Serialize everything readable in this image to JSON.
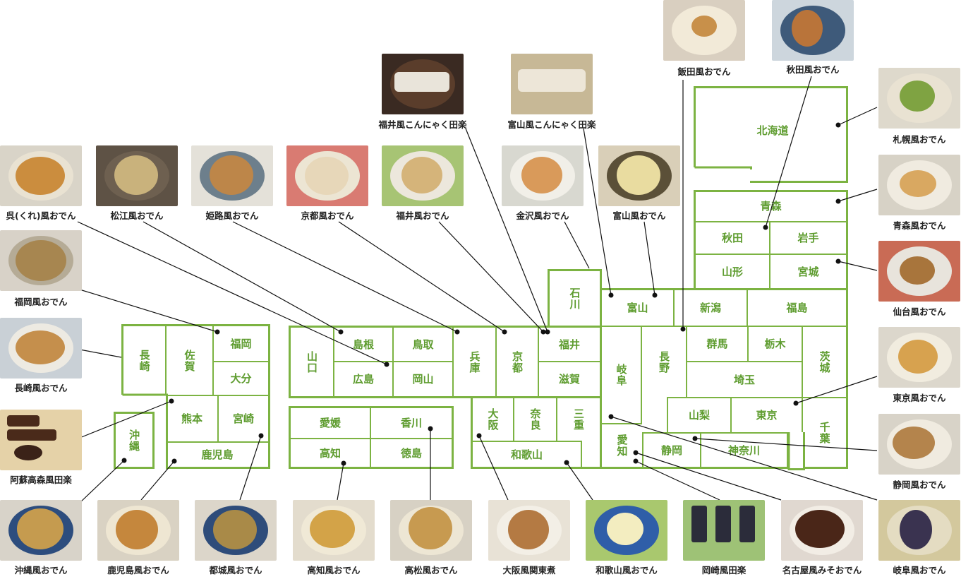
{
  "regions": {
    "hokkaido": "北海道",
    "aomori": "青森",
    "akita": "秋田",
    "iwate": "岩手",
    "yamagata": "山形",
    "miyagi": "宮城",
    "niigata": "新潟",
    "fukushima": "福島",
    "gunma": "群馬",
    "tochigi": "栃木",
    "ibaraki": "茨城",
    "saitama": "埼玉",
    "yamanashi": "山梨",
    "tokyo": "東京",
    "chiba": "千葉",
    "kanagawa": "神奈川",
    "shizuoka": "静岡",
    "aichi": "愛知",
    "nagano": "長野",
    "gifu": "岐阜",
    "toyama": "富山",
    "ishikawa": "石川",
    "fukui": "福井",
    "shiga": "滋賀",
    "mie": "三重",
    "kyoto": "京都",
    "hyogo": "兵庫",
    "osaka": "大阪",
    "nara": "奈良",
    "wakayama": "和歌山",
    "tottori": "鳥取",
    "shimane": "島根",
    "okayama": "岡山",
    "hiroshima": "広島",
    "yamaguchi": "山口",
    "ehime": "愛媛",
    "kagawa": "香川",
    "kochi": "高知",
    "tokushima": "徳島",
    "fukuoka": "福岡",
    "saga": "佐賀",
    "nagasaki": "長崎",
    "oita": "大分",
    "kumamoto": "熊本",
    "miyazaki": "宮崎",
    "kagoshima": "鹿児島",
    "okinawa": "沖縄"
  },
  "dishes": {
    "iida": "飯田風おでん",
    "akita": "秋田風おでん",
    "sapporo": "札幌風おでん",
    "aomori": "青森風おでん",
    "sendai": "仙台風おでん",
    "tokyo": "東京風おでん",
    "shizuoka": "静岡風おでん",
    "gifu": "岐阜風おでん",
    "nagoya": "名古屋風みそおでん",
    "okazaki": "岡崎風田楽",
    "wakayama": "和歌山風おでん",
    "osaka": "大阪風関東煮",
    "takamatsu": "高松風おでん",
    "kochi": "高知風おでん",
    "miyakonojo": "都城風おでん",
    "kagoshima": "鹿児島風おでん",
    "okinawa": "沖縄風おでん",
    "aso": "阿蘇高森風田楽",
    "nagasaki": "長崎風おでん",
    "fukuoka": "福岡風おでん",
    "kure": "呉(くれ)風おでん",
    "matsue": "松江風おでん",
    "himeji": "姫路風おでん",
    "kyoto": "京都風おでん",
    "fukui": "福井風おでん",
    "kanazawa": "金沢風おでん",
    "toyama": "富山風おでん",
    "fukui_dengaku": "福井風こんにゃく田楽",
    "toyama_dengaku": "富山風こんにゃく田楽"
  },
  "colors": {
    "accent": "#7cb342",
    "label": "#5e9c2f"
  }
}
